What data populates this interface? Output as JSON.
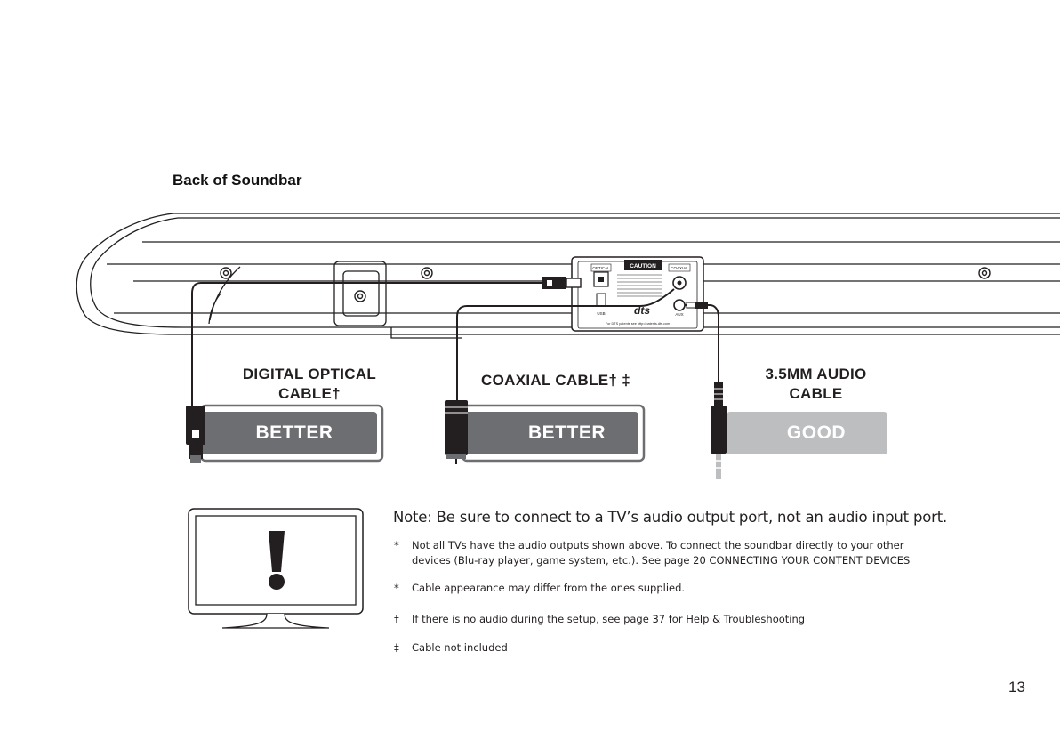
{
  "section_title": "Back of Soundbar",
  "soundbar_panel": {
    "caution_text": "CAUTION",
    "port_optical": "OPTICAL",
    "port_coaxial": "COAXIAL",
    "port_usb": "USB",
    "port_aux": "AUX",
    "logo_text": "dts",
    "footer_text": "For DTS patents see http://patents.dts.com"
  },
  "cables": [
    {
      "label_line1": "DIGITAL OPTICAL",
      "label_line2": "CABLE†",
      "rating": "BETTER",
      "rating_color": "#6d6e71"
    },
    {
      "label_line1": "COAXIAL CABLE† ‡",
      "label_line2": "",
      "rating": "BETTER",
      "rating_color": "#6d6e71"
    },
    {
      "label_line1": "3.5MM AUDIO",
      "label_line2": "CABLE",
      "rating": "GOOD",
      "rating_color": "#bcbec0"
    }
  ],
  "tv_icon": "tv-warning-icon",
  "note_heading": "Note: Be sure to connect to a TV’s audio output port, not an audio input port.",
  "notes": [
    {
      "mark": "*",
      "line1": "Not all TVs have the audio outputs shown above. To connect the soundbar directly to your other",
      "line2": "devices (Blu-ray player, game system, etc.). See page 20 CONNECTING YOUR CONTENT DEVICES"
    },
    {
      "mark": "*",
      "line1": "Cable appearance may differ from the ones supplied.",
      "line2": ""
    },
    {
      "mark": "†",
      "line1": "If there is no audio during the setup, see page 37 for Help & Troubleshooting",
      "line2": ""
    },
    {
      "mark": "‡",
      "line1": "Cable not included",
      "line2": ""
    }
  ],
  "page_number": "13"
}
